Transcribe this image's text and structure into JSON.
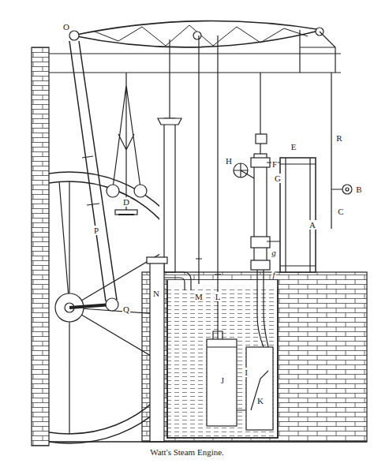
{
  "diagram": {
    "caption": "Watt's Steam Engine.",
    "labels": [
      "O",
      "P",
      "D",
      "R",
      "E",
      "B",
      "F",
      "G",
      "C",
      "H",
      "A",
      "M",
      "L",
      "N",
      "g",
      "f",
      "Q",
      "I",
      "J",
      "K"
    ]
  }
}
